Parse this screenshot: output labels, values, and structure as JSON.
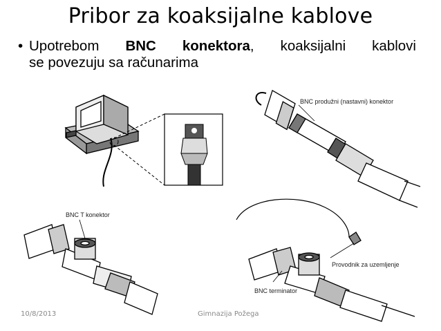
{
  "slide": {
    "title": "Pribor za koaksijalne kablove",
    "bullet": {
      "pre": "Upotrebom ",
      "bold": "BNC konektora",
      "post": ", koaksijalni kablovi",
      "line2": "se povezuju sa računarima"
    }
  },
  "figure": {
    "label_extension": "BNC produžni (nastavni) konektor",
    "label_t": "BNC T konektor",
    "label_ground": "Provodnik za uzemljenje",
    "label_terminator": "BNC terminator"
  },
  "footer": {
    "date": "10/8/2013",
    "center": "Gimnazija Požega"
  }
}
